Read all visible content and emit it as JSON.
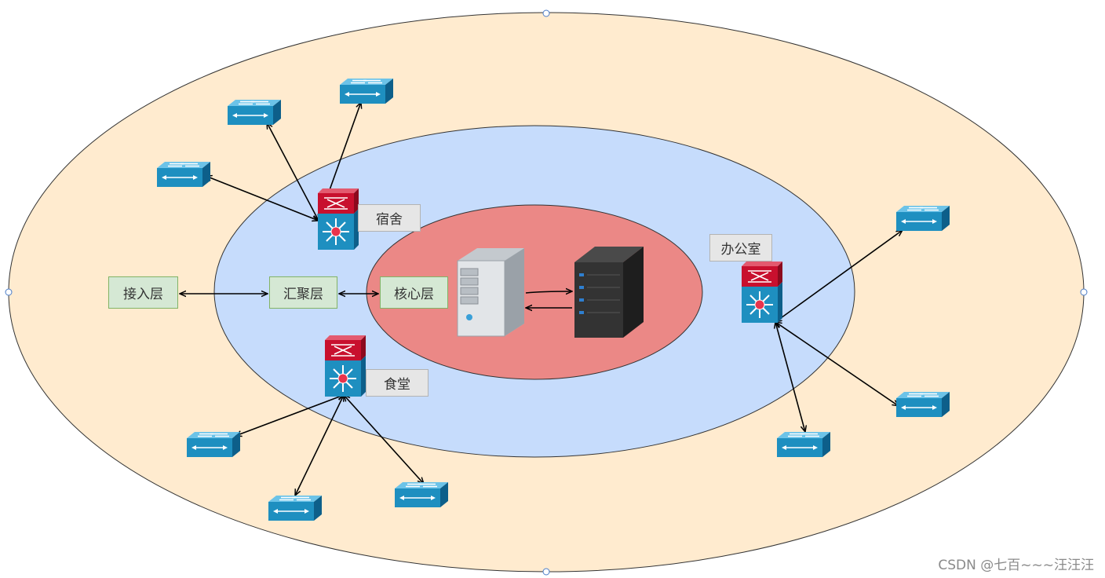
{
  "diagram": {
    "layers": {
      "access": "接入层",
      "aggregation": "汇聚层",
      "core": "核心层"
    },
    "nodes": {
      "dormitory": "宿舍",
      "office": "办公室",
      "canteen": "食堂"
    },
    "colors": {
      "outer_ring": "#ffebcf",
      "middle_ring": "#c6dcfc",
      "inner_ring": "#eb8886",
      "layer_label_fill": "#d5e8d4",
      "node_label_fill": "#e6e6e6",
      "switch_blue": "#1e8fc0",
      "switch_red": "#c8102e"
    },
    "icons": [
      "tower-server-icon",
      "rack-server-icon",
      "layer3-switch-icon",
      "access-switch-icon"
    ]
  },
  "watermark": "CSDN @七百~~~汪汪汪"
}
